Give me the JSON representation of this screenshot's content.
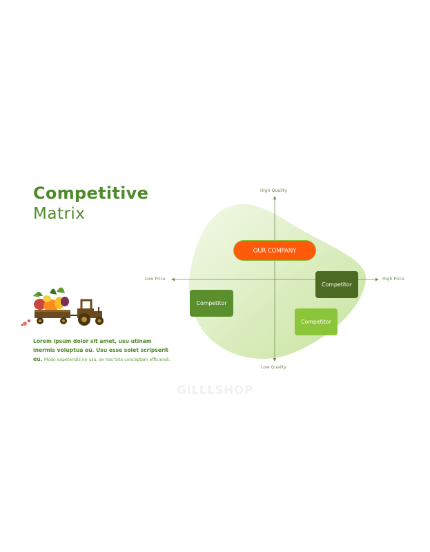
{
  "slide": {
    "title_bold": "Competitive",
    "title_light": "Matrix",
    "body_bold": "Lorem ipsum dolor sit amet, usu utinam inermis voluptua eu. Usu esse solet scripserit eu.",
    "body_light": "Modo expetendis no usu, ex has tota conceptam efficiendi."
  },
  "matrix": {
    "axis_top": "High Quality",
    "axis_bottom": "Low Quality",
    "axis_left": "Low Price",
    "axis_right": "High Price",
    "our_company": "OUR COMPANY",
    "competitor_1": "Competitor",
    "competitor_2": "Competitor",
    "competitor_3": "Competitor"
  },
  "watermark": "GILLLSHOP",
  "colors": {
    "brand_green": "#4f8a2b",
    "our_company": "#ff5a0a",
    "competitor_dark": "#4d6a22",
    "competitor_mid": "#5b8e2d",
    "competitor_light": "#8cc43a",
    "blob": "#e4f1cf"
  },
  "icons": [
    "vegetable-tractor-illustration",
    "arrow-up-icon",
    "arrow-down-icon",
    "arrow-left-icon",
    "arrow-right-icon"
  ]
}
